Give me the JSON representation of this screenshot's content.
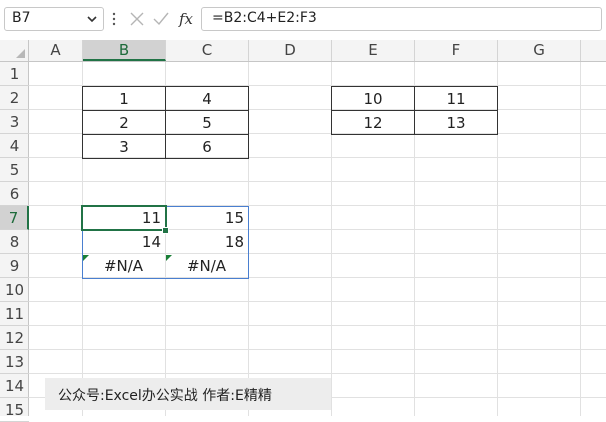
{
  "formula_bar": {
    "name_box": "B7",
    "formula": "=B2:C4+E2:F3",
    "icons": [
      "chevron-down-icon",
      "more-vertical-icon",
      "cancel-x-icon",
      "confirm-check-icon",
      "function-fx-icon"
    ],
    "fx_label": "fx"
  },
  "sheet": {
    "columns": [
      "A",
      "B",
      "C",
      "D",
      "E",
      "F",
      "G"
    ],
    "rows": [
      "1",
      "2",
      "3",
      "4",
      "5",
      "6",
      "7",
      "8",
      "9",
      "10",
      "11",
      "12",
      "13",
      "14",
      "15"
    ],
    "selected_column": "B",
    "selected_row": "7",
    "table1": [
      [
        "1",
        "4"
      ],
      [
        "2",
        "5"
      ],
      [
        "3",
        "6"
      ]
    ],
    "table2": [
      [
        "10",
        "11"
      ],
      [
        "12",
        "13"
      ]
    ],
    "result": [
      [
        "11",
        "15"
      ],
      [
        "14",
        "18"
      ],
      [
        "#N/A",
        "#N/A"
      ]
    ],
    "error_indicator_color": "#1a7f37",
    "selection_color": "#217346",
    "spill_border_color": "#4a7fd0"
  },
  "watermark": "公众号:Excel办公实战  作者:E精精"
}
